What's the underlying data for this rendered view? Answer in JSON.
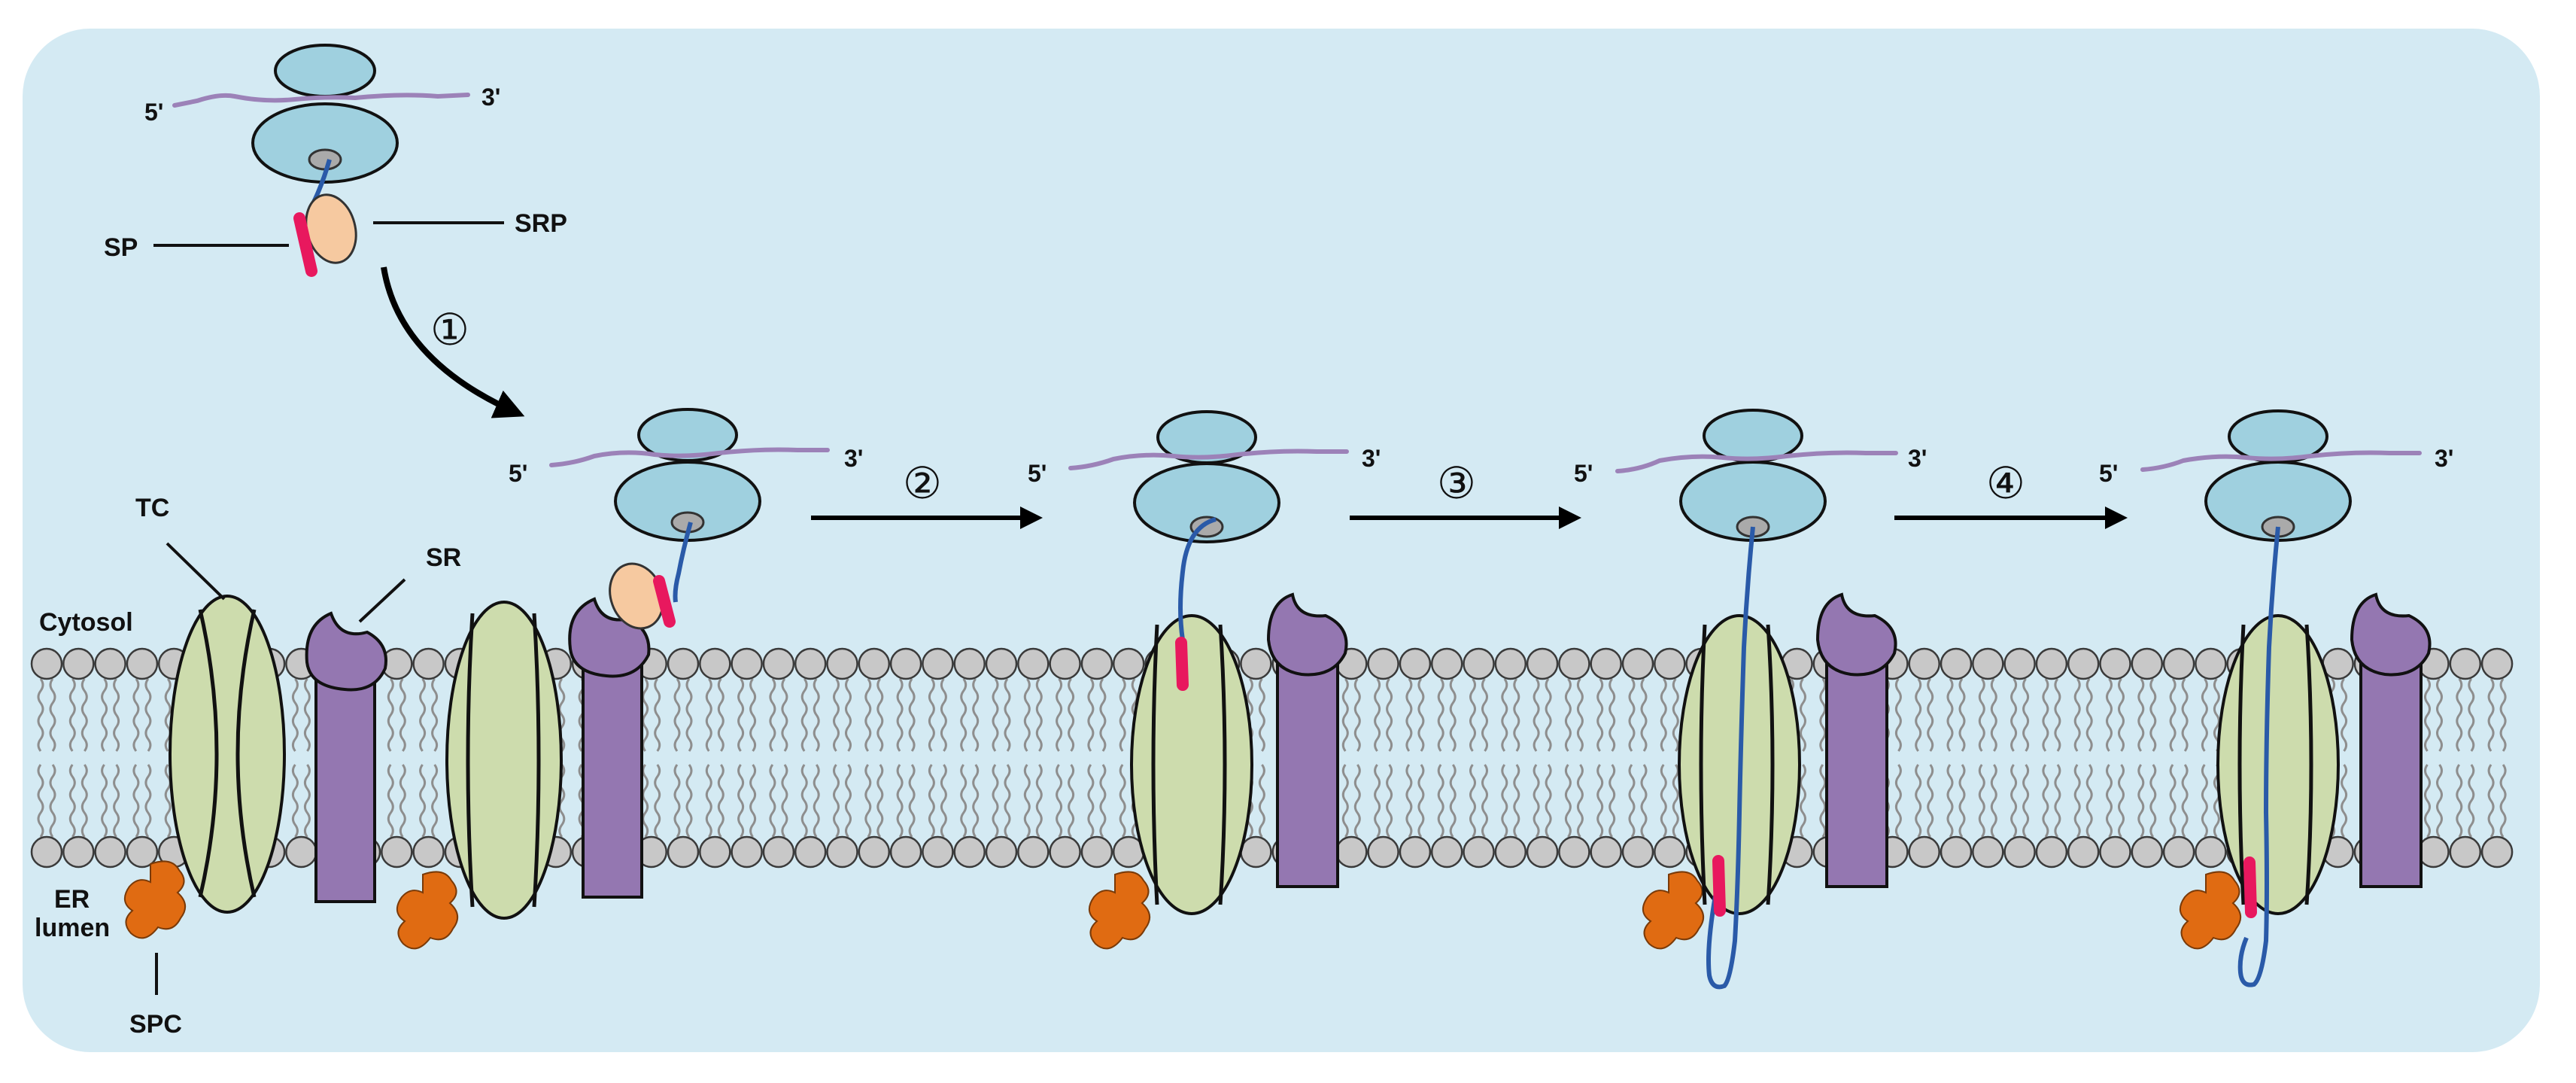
{
  "labels": {
    "sp": "SP",
    "srp": "SRP",
    "tc": "TC",
    "sr": "SR",
    "cytosol": "Cytosol",
    "er_line1": "ER",
    "er_line2": "lumen",
    "spc": "SPC",
    "five_prime": "5'",
    "three_prime": "3'"
  },
  "steps": [
    "①",
    "②",
    "③",
    "④"
  ],
  "colors": {
    "background": "#d4eaf3",
    "ribosome": "#9fd0df",
    "mrna": "#9c82b8",
    "nascent_chain": "#2a5aa8",
    "signal_peptide": "#e8185e",
    "srp": "#f6c9a0",
    "translocon": "#cddcad",
    "receptor": "#9477b1",
    "spc": "#e06b12",
    "lipid_head": "#c8c8c8"
  }
}
